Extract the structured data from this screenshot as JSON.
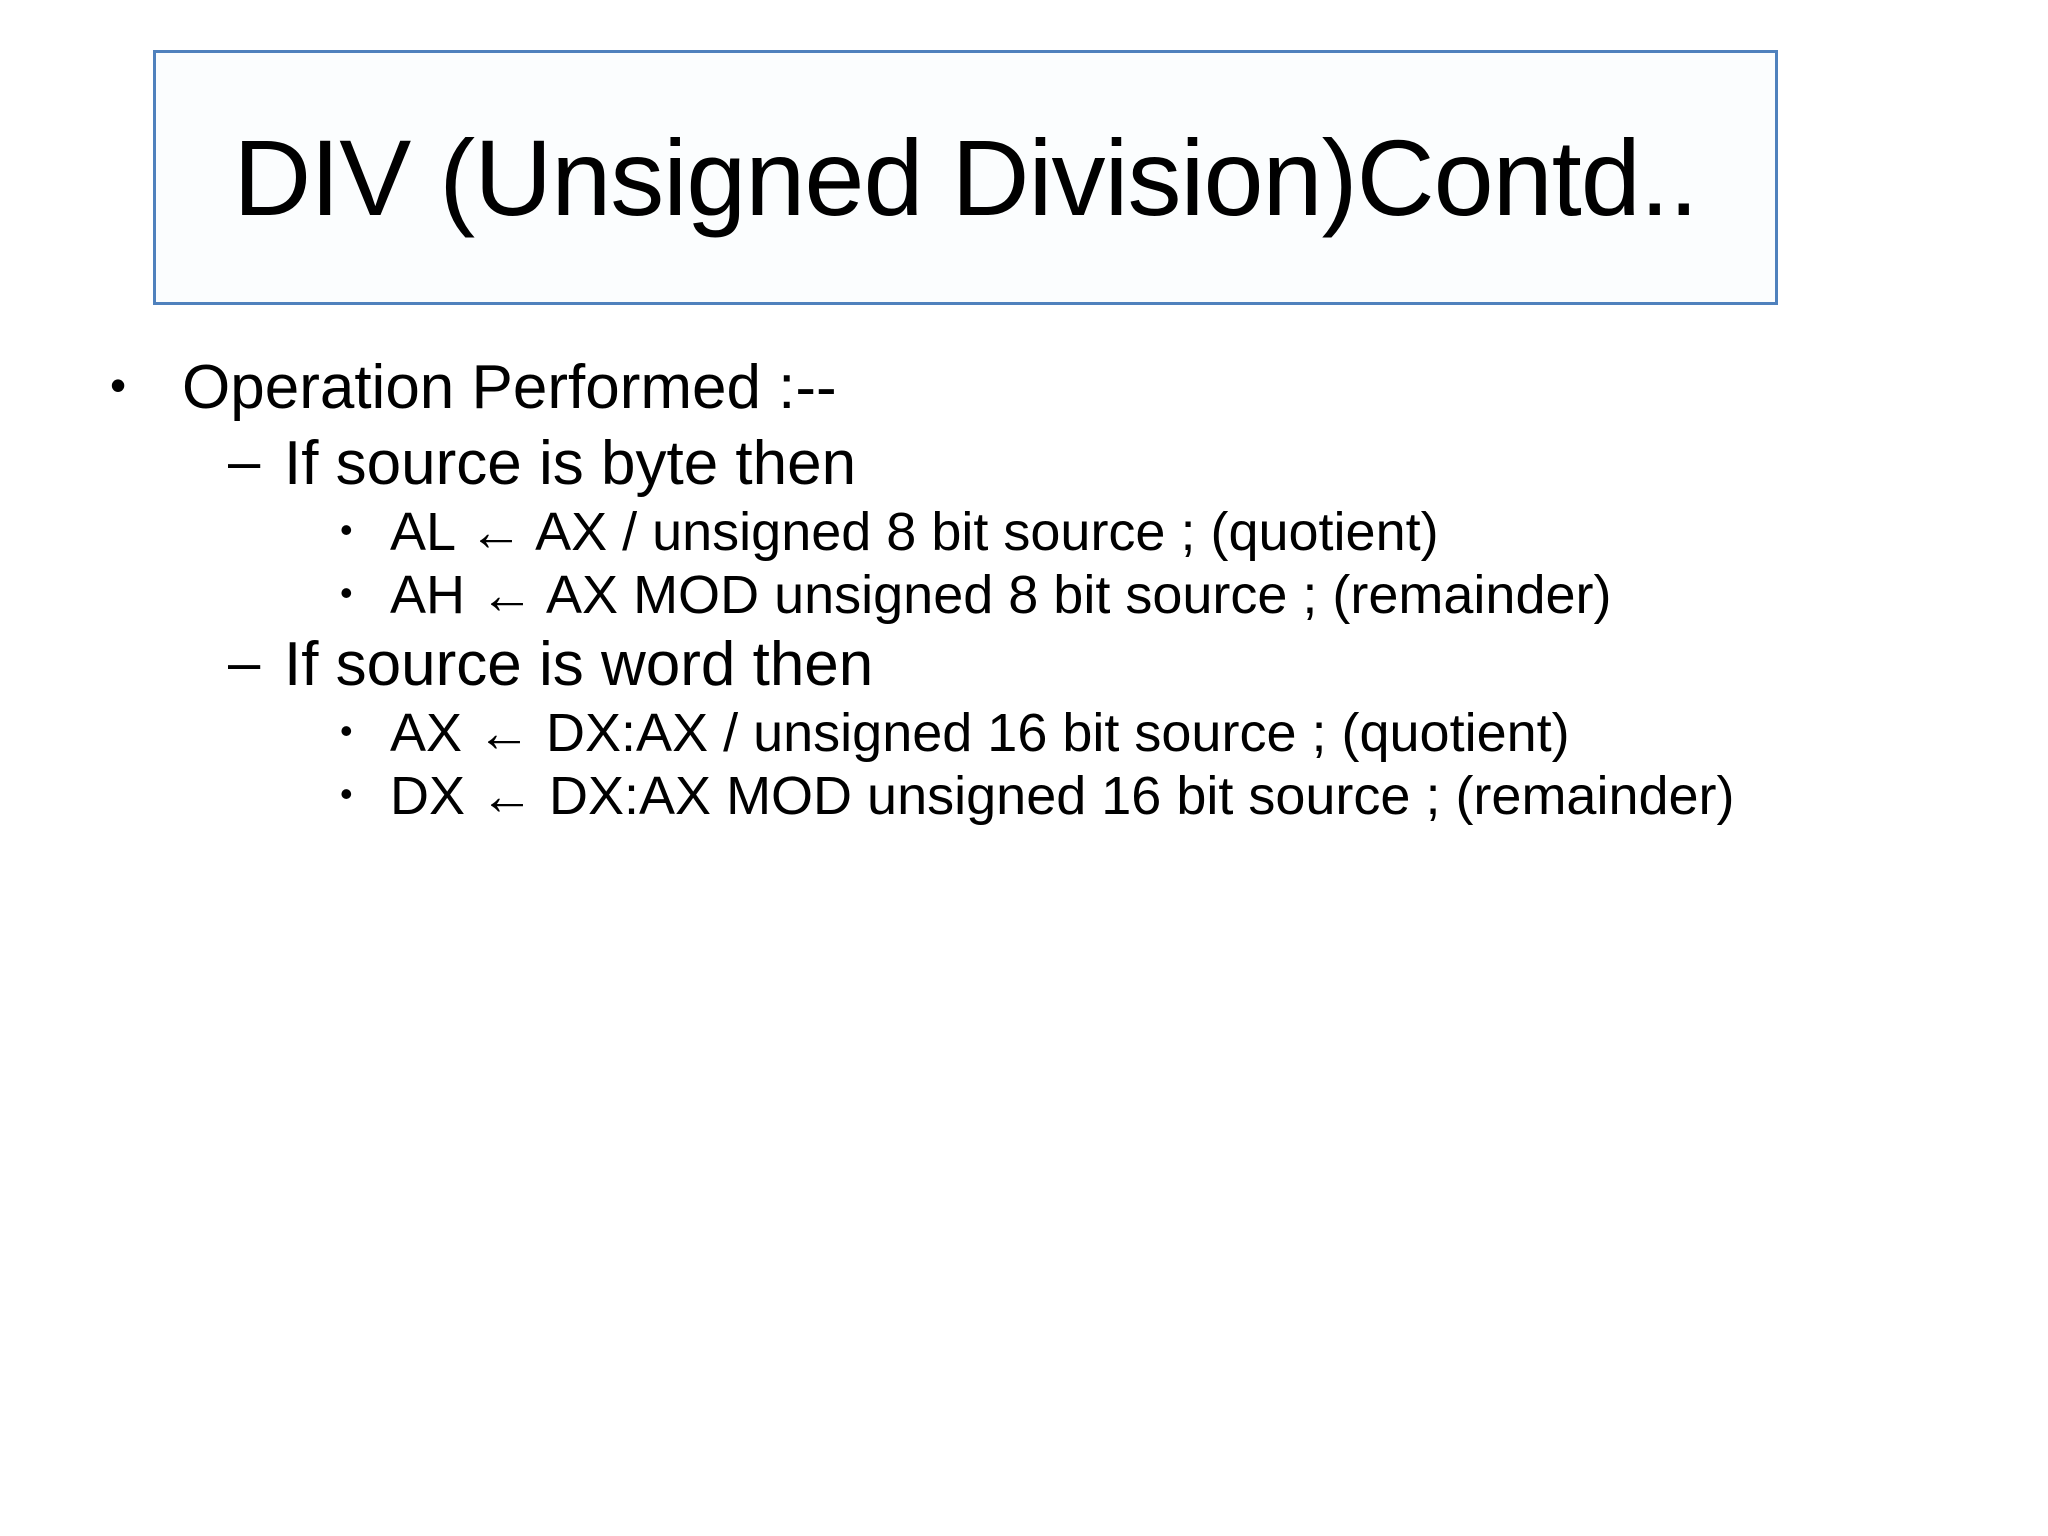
{
  "slide": {
    "title": "DIV (Unsigned Division)Contd..",
    "background_color": "#ffffff",
    "title_border_color": "#4f81bd",
    "title_fill_color": "#fbfdfe",
    "text_color": "#000000"
  },
  "markers": {
    "level1_bullet": "•",
    "level2_dash": "–",
    "level3_bullet": "•"
  },
  "body": {
    "lead": "Operation Performed :--",
    "groups": [
      {
        "heading": "If source is byte then",
        "items": [
          "AL ← AX / unsigned 8 bit source ; (quotient)",
          "AH ← AX MOD unsigned 8 bit source  ; (remainder)"
        ]
      },
      {
        "heading": "If source is word then",
        "items": [
          "AX ← DX:AX / unsigned 16 bit source ; (quotient)",
          "DX ← DX:AX MOD unsigned 16 bit source  ; (remainder)"
        ]
      }
    ]
  }
}
